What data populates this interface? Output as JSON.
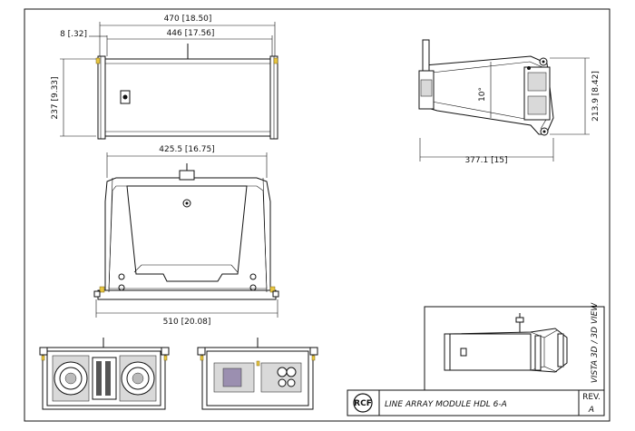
{
  "dimensions": {
    "top_overall_width": "470 [18.50]",
    "top_inner_width": "446 [17.56]",
    "top_offset": "8 [.32]",
    "top_height": "237 [9.33]",
    "side_width": "377.1 [15]",
    "side_height": "213.9 [8.42]",
    "side_angle": "10°",
    "front_top_width": "425.5 [16.75]",
    "front_bottom_width": "510 [20.08]"
  },
  "title_block": {
    "logo": "RCF",
    "title": "LINE ARRAY MODULE HDL 6-A",
    "rev_label": "REV.",
    "rev_value": "A"
  },
  "view_label": "VISTA 3D / 3D VIEW",
  "colors": {
    "line": "#111111",
    "accent": "#e8c640",
    "panel": "#d9d9d9"
  }
}
